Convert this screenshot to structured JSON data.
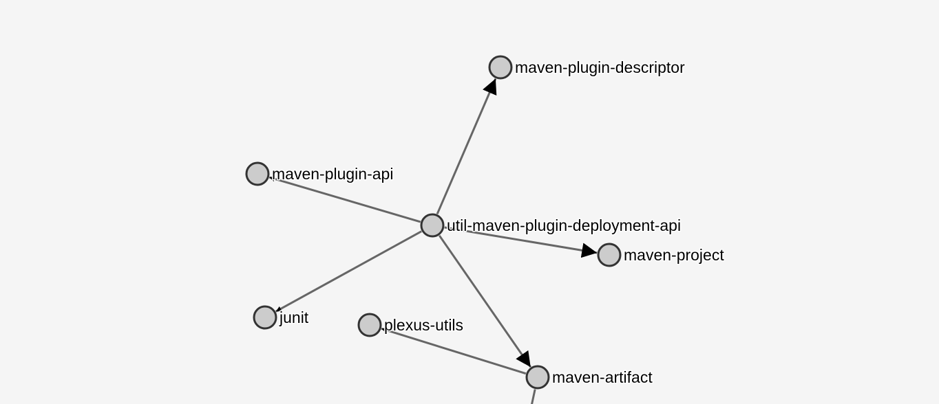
{
  "graph": {
    "nodes": [
      {
        "id": "util-maven-plugin-deployment-api",
        "label": "util-maven-plugin-deployment-api"
      },
      {
        "id": "maven-plugin-descriptor",
        "label": "maven-plugin-descriptor"
      },
      {
        "id": "maven-plugin-api",
        "label": "maven-plugin-api"
      },
      {
        "id": "maven-project",
        "label": "maven-project"
      },
      {
        "id": "junit",
        "label": "junit"
      },
      {
        "id": "plexus-utils",
        "label": "plexus-utils"
      },
      {
        "id": "maven-artifact",
        "label": "maven-artifact"
      }
    ],
    "edges": [
      {
        "source": "util-maven-plugin-deployment-api",
        "target": "maven-plugin-descriptor"
      },
      {
        "source": "util-maven-plugin-deployment-api",
        "target": "maven-plugin-api"
      },
      {
        "source": "util-maven-plugin-deployment-api",
        "target": "maven-project"
      },
      {
        "source": "util-maven-plugin-deployment-api",
        "target": "junit"
      },
      {
        "source": "util-maven-plugin-deployment-api",
        "target": "maven-artifact"
      },
      {
        "source": "maven-artifact",
        "target": "plexus-utils"
      },
      {
        "source": "maven-artifact",
        "target": "offscreen"
      }
    ]
  },
  "colors": {
    "background": "#f5f5f5",
    "edge": "#666666",
    "node_fill": "#cccccc",
    "node_stroke": "#333333",
    "label": "#000000",
    "arrow": "#000000"
  }
}
